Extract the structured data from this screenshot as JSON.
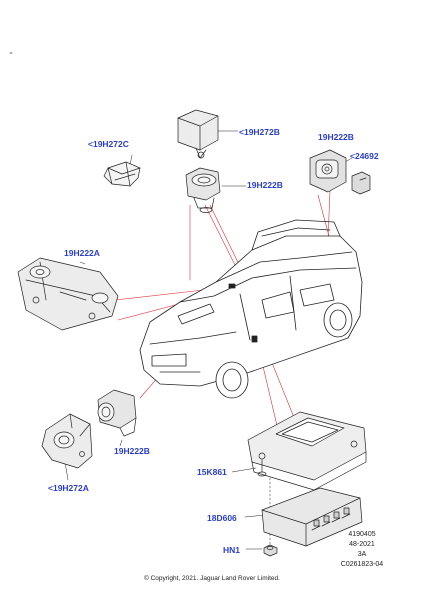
{
  "callouts": {
    "c1": "<19H272C",
    "c2": "<19H272B",
    "c3": "19H222B",
    "c4": "19H222B",
    "c5": "<24692",
    "c6": "19H222A",
    "c7": "19H222B",
    "c8": "<19H272A",
    "c9": "15K861",
    "c10": "18D606",
    "c11": "HN1"
  },
  "doc_codes": {
    "illustration": "4190405",
    "date": "48-2021",
    "revision": "3A",
    "reference": "C0261823-04"
  },
  "copyright": "© Copyright, 2021. Jaguar Land Rover Limited.",
  "colors": {
    "callout": "#2b3ec9",
    "leader": "#e0303a",
    "line": "#222222"
  }
}
